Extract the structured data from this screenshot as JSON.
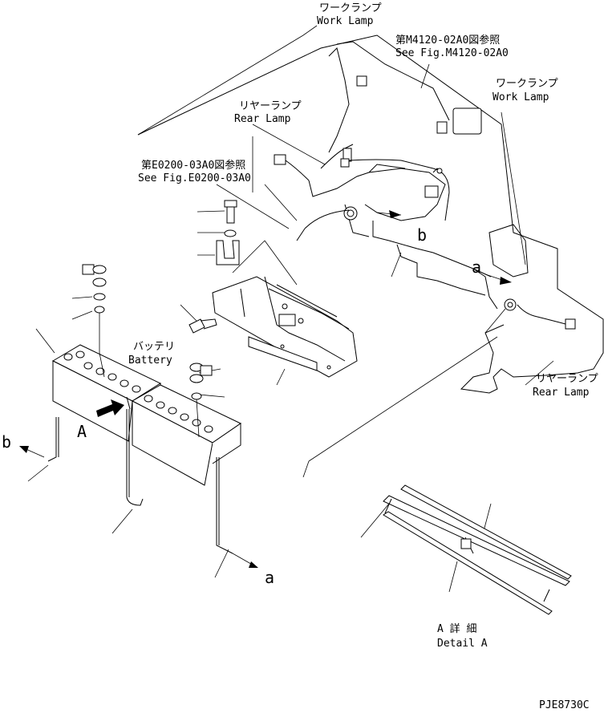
{
  "labels": {
    "work_lamp_top_jp": "ワークランプ",
    "work_lamp_top_en": "Work Lamp",
    "ref_m4120_jp": "第M4120-02A0図参照",
    "ref_m4120_en": "See Fig.M4120-02A0",
    "work_lamp_right_jp": "ワークランプ",
    "work_lamp_right_en": "Work Lamp",
    "rear_lamp_top_jp": "リヤーランプ",
    "rear_lamp_top_en": "Rear Lamp",
    "ref_e0200_jp": "第E0200-03A0図参照",
    "ref_e0200_en": "See Fig.E0200-03A0",
    "battery_jp": "バッテリ",
    "battery_en": "Battery",
    "rear_lamp_right_jp": "リヤーランプ",
    "rear_lamp_right_en": "Rear Lamp",
    "view_a_marker": "A",
    "connector_a_frame": "a",
    "connector_b_frame": "b",
    "cable_b_end": "b",
    "cable_a_end": "a",
    "detail_a_jp": "A 詳 細",
    "detail_a_en": "Detail A",
    "drawing_number": "PJE8730C"
  }
}
